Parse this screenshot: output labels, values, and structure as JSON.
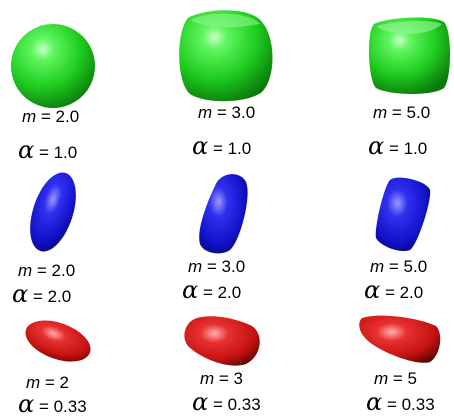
{
  "cells": [
    {
      "m_label": "m",
      "eq": " = ",
      "m": "2.0",
      "alpha_symbol": "α",
      "alpha": "1.0",
      "color": "#22cc22"
    },
    {
      "m_label": "m",
      "eq": " = ",
      "m": "3.0",
      "alpha_symbol": "α",
      "alpha": "1.0",
      "color": "#22cc22"
    },
    {
      "m_label": "m",
      "eq": " = ",
      "m": "5.0",
      "alpha_symbol": "α",
      "alpha": "1.0",
      "color": "#22cc22"
    },
    {
      "m_label": "m",
      "eq": " = ",
      "m": "2.0",
      "alpha_symbol": "α",
      "alpha": "2.0",
      "color": "#1a1adb"
    },
    {
      "m_label": "m",
      "eq": " = ",
      "m": "3.0",
      "alpha_symbol": "α",
      "alpha": "2.0",
      "color": "#1a1adb"
    },
    {
      "m_label": "m",
      "eq": " = ",
      "m": "5.0",
      "alpha_symbol": "α",
      "alpha": "2.0",
      "color": "#1a1adb"
    },
    {
      "m_label": "m",
      "eq": " = ",
      "m": "2",
      "alpha_symbol": "α",
      "alpha": "0.33",
      "color": "#d01818"
    },
    {
      "m_label": "m",
      "eq": " = ",
      "m": "3",
      "alpha_symbol": "α",
      "alpha": "0.33",
      "color": "#d01818"
    },
    {
      "m_label": "m",
      "eq": " = ",
      "m": "5",
      "alpha_symbol": "α",
      "alpha": "0.33",
      "color": "#d01818"
    }
  ]
}
